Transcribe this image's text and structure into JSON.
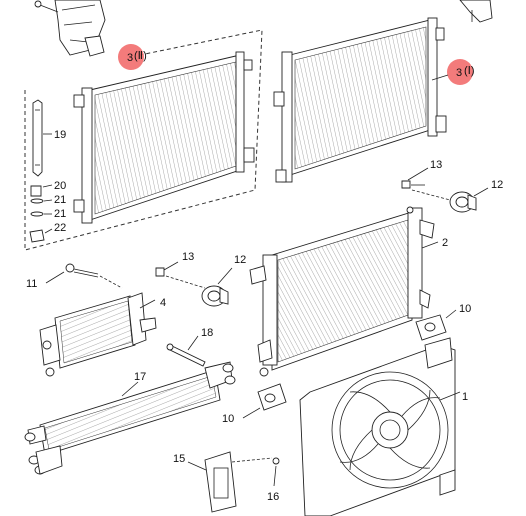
{
  "highlight_color": "#f26d6d",
  "callouts": {
    "c1": "1",
    "c2": "2",
    "c3a": "3",
    "c3a_suffix": "(Ⅰ)",
    "c3b": "3",
    "c3b_suffix": "(Ⅱ)",
    "c4": "4",
    "c10a": "10",
    "c10b": "10",
    "c11": "11",
    "c12a": "12",
    "c12b": "12",
    "c13a": "13",
    "c13b": "13",
    "c15": "15",
    "c16": "16",
    "c17": "17",
    "c18": "18",
    "c19": "19",
    "c20": "20",
    "c21a": "21",
    "c21b": "21",
    "c22": "22"
  }
}
